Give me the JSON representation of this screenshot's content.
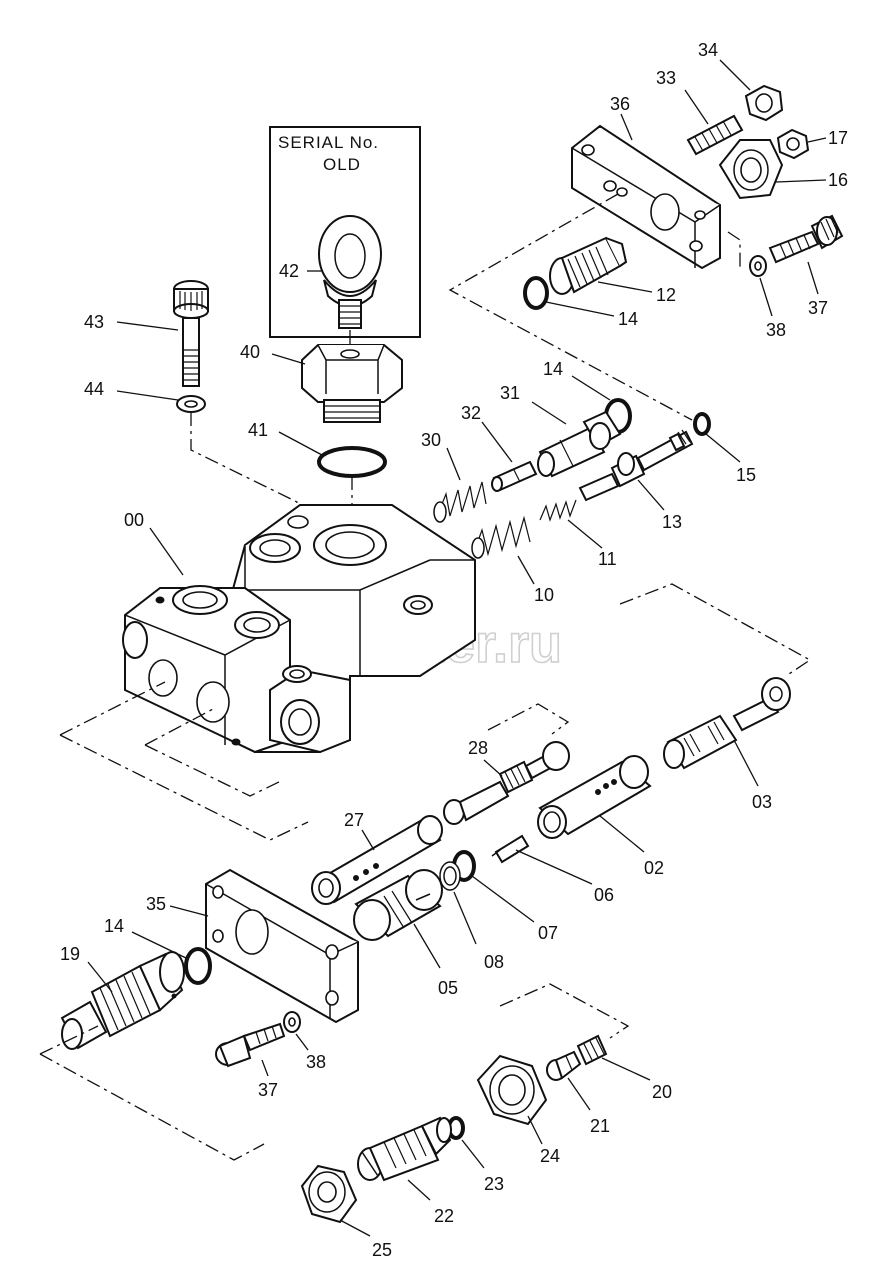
{
  "inset": {
    "title_line1": "SERIAL No.",
    "title_line2": "OLD"
  },
  "watermark": "autopiter.ru",
  "labels": {
    "p00": "00",
    "p02": "02",
    "p03": "03",
    "p05": "05",
    "p06": "06",
    "p07": "07",
    "p08": "08",
    "p10": "10",
    "p11": "11",
    "p12": "12",
    "p13": "13",
    "p14a": "14",
    "p14b": "14",
    "p14c": "14",
    "p15": "15",
    "p16": "16",
    "p17": "17",
    "p19": "19",
    "p20": "20",
    "p21": "21",
    "p22": "22",
    "p23": "23",
    "p24": "24",
    "p25": "25",
    "p27": "27",
    "p28": "28",
    "p30": "30",
    "p31": "31",
    "p32": "32",
    "p33": "33",
    "p34": "34",
    "p35": "35",
    "p36": "36",
    "p37a": "37",
    "p37b": "37",
    "p38a": "38",
    "p38b": "38",
    "p40": "40",
    "p41": "41",
    "p42": "42",
    "p43": "43",
    "p44": "44"
  }
}
